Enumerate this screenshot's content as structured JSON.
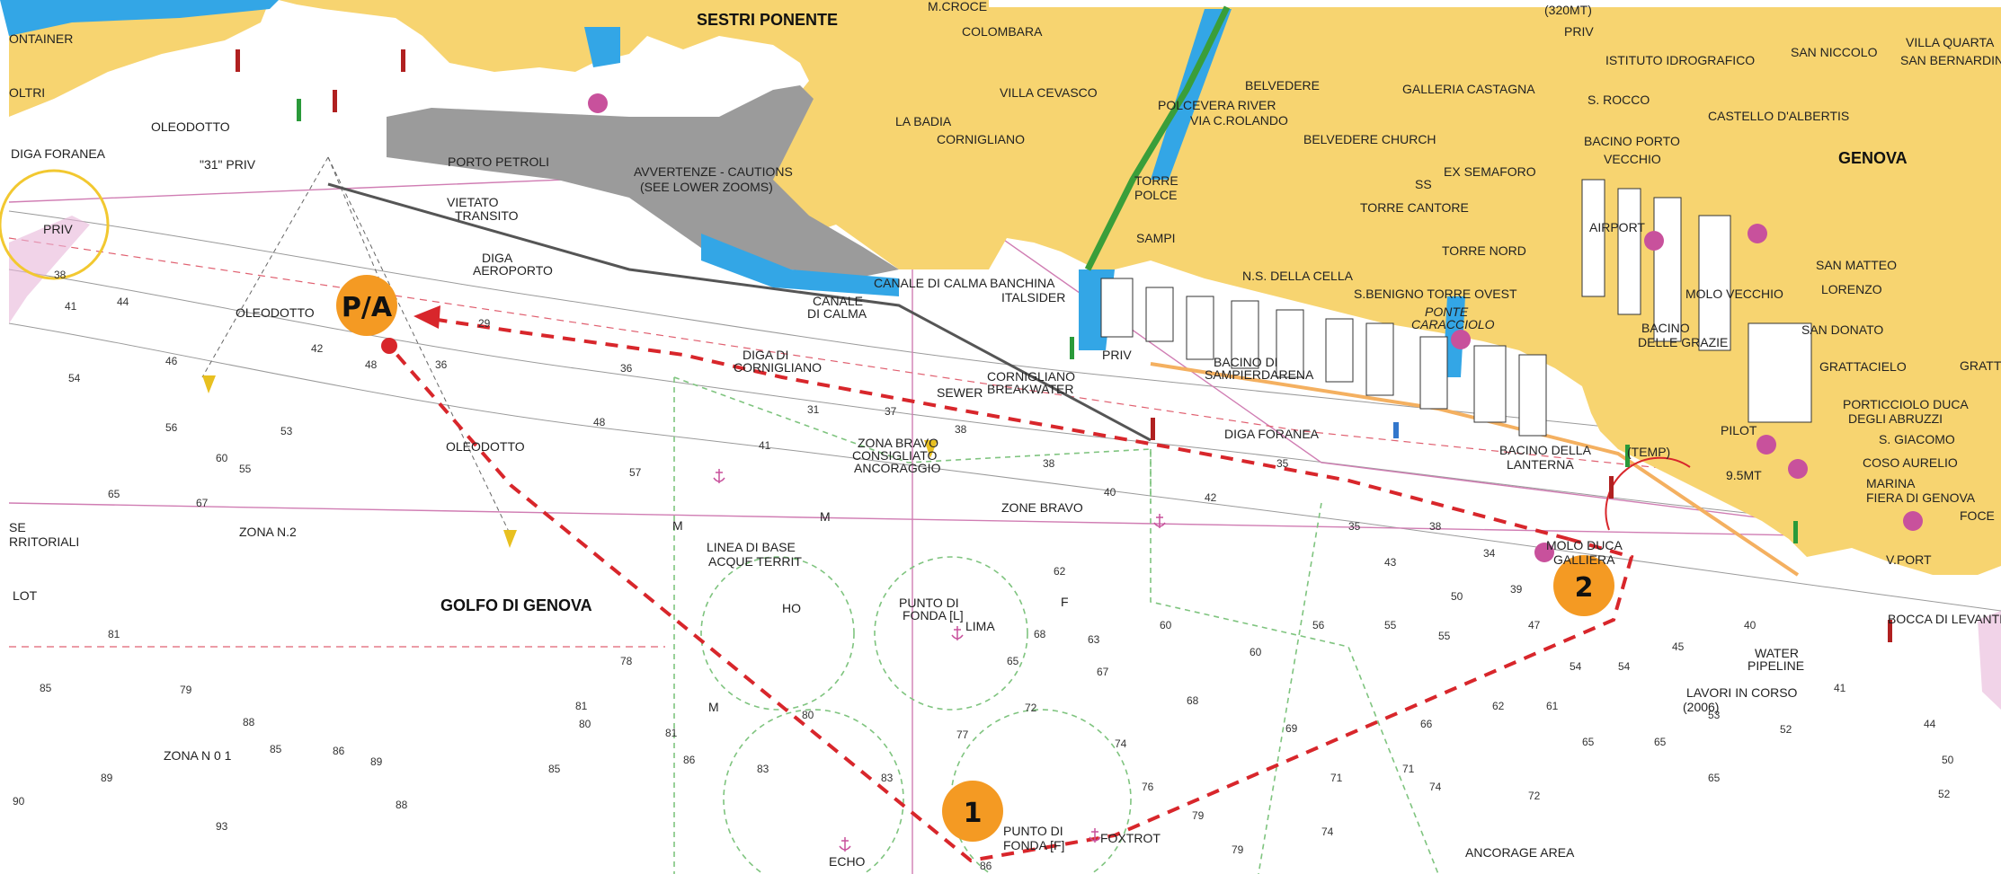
{
  "colors": {
    "land": "#f7d470",
    "water": "#ffffff",
    "harbor": "#9b9b9b",
    "shallow": "#33a6e6",
    "route": "#d8262b",
    "waypoint": "#f49a23",
    "magenta": "#c8519c",
    "anchorage": "#7fc47f"
  },
  "labels": {
    "sestri_ponente": "SESTRI PONENTE",
    "genova": "GENOVA",
    "golfo": "GOLFO DI GENOVA",
    "porto_petroli": "PORTO PETROLI",
    "avvertenze": "AVVERTENZE - CAUTIONS",
    "avvertenze2": "(SEE LOWER ZOOMS)",
    "colombara": "COLOMBARA",
    "villa_cevasco": "VILLA CEVASCO",
    "la_badia": "LA BADIA",
    "cornigliano": "CORNIGLIANO",
    "polcevera1": "POLCEVERA RIVER",
    "polcevera2": "VIA C.ROLANDO",
    "belvedere": "BELVEDERE",
    "belvedere_church": "BELVEDERE CHURCH",
    "galleria": "GALLERIA CASTAGNA",
    "istituto": "ISTITUTO IDROGRAFICO",
    "san_niccolo": "SAN NICCOLO",
    "villa_quarta": "VILLA QUARTA",
    "san_bernardino": "SAN BERNARDINO",
    "s_rocco": "S. ROCCO",
    "castello": "CASTELLO D'ALBERTIS",
    "bacino_porto": "BACINO PORTO",
    "vecchio": "VECCHIO",
    "ex_semaforo": "EX SEMAFORO",
    "torre_polce": "TORRE",
    "torre_polce2": "POLCE",
    "sampi": "SAMPI",
    "torre_cantore": "TORRE CANTORE",
    "torre_nord": "TORRE NORD",
    "ns_cella": "N.S. DELLA CELLA",
    "s_benigno": "S.BENIGNO TORRE OVEST",
    "ponte": "PONTE",
    "caracciolo": "CARACCIOLO",
    "airport": "AIRPORT",
    "molo_vecchio": "MOLO VECCHIO",
    "lorenzo": "LORENZO",
    "san_matteo": "SAN MATTEO",
    "san_donato": "SAN DONATO",
    "grattacielo": "GRATTACIELO",
    "porticciolo1": "PORTICCIOLO DUCA",
    "porticciolo2": "DEGLI ABRUZZI",
    "s_giacomo": "S. GIACOMO",
    "coso_aurelio": "COSO AURELIO",
    "marina1": "MARINA",
    "marina2": "FIERA DI GENOVA",
    "bacino_grazie1": "BACINO",
    "bacino_grazie2": "DELLE GRAZIE",
    "pilot": "PILOT",
    "pos_95mt": "9.5MT",
    "priv_top": "PRIV",
    "mt320": "(320MT)",
    "diga_foranea_w": "DIGA FORANEA",
    "oleodotto1": "OLEODOTTO",
    "oleodotto2": "OLEODOTTO",
    "oleodotto3": "OLEODOTTO",
    "priv31": "\"31\" PRIV",
    "priv_w": "PRIV",
    "ontainer": "ONTAINER",
    "oltri": "OLTRI",
    "vietato1": "VIETATO",
    "vietato2": "TRANSITO",
    "diga_aeroporto1": "DIGA",
    "diga_aeroporto2": "AEROPORTO",
    "canale_calma1": "CANALE",
    "canale_calma2": "DI CALMA",
    "canale_banchina": "CANALE DI CALMA BANCHINA",
    "italsider": "ITALSIDER",
    "diga_cornigliano1": "DIGA DI",
    "diga_cornigliano2": "CORNIGLIANO",
    "sewer": "SEWER",
    "cornigliano_bw1": "CORNIGLIANO",
    "cornigliano_bw2": "BREAKWATER",
    "priv_c": "PRIV",
    "bacino_sampier1": "BACINO DI",
    "bacino_sampier2": "SAMPIERDARENA",
    "diga_foranea_e": "DIGA FORANEA",
    "bacino_lanterna1": "BACINO DELLA",
    "bacino_lanterna2": "LANTERNA",
    "temp": "(TEMP)",
    "zona_bravo1": "ZONA BRAVO",
    "zona_bravo2": "CONSIGLIATO",
    "zona_bravo3": "ANCORAGGIO",
    "zone_bravo": "ZONE BRAVO",
    "zona_n2": "ZONA N.2",
    "zona_n01": "ZONA N 0 1",
    "linea_base1": "LINEA DI BASE",
    "linea_base2": "ACQUE TERRIT",
    "se_territoriali1": "SE",
    "se_territoriali2": "RRITORIALI",
    "lot": "LOT",
    "ho": "HO",
    "punto_lima1": "PUNTO DI",
    "punto_lima2": "FONDA [L]",
    "lima": "LIMA",
    "f_mark": "F",
    "m1": "M",
    "m2": "M",
    "m3": "M",
    "molo_duca1": "MOLO DUCA",
    "molo_duca2": "GALLIERA",
    "water_pipeline1": "WATER",
    "water_pipeline2": "PIPELINE",
    "lavori1": "LAVORI IN CORSO",
    "lavori2": "(2006)",
    "bocca": "BOCCA DI LEVANTE",
    "vport": "V.PORT",
    "foce": "FOCE",
    "gratt": "GRATT",
    "punto_fonda1": "PUNTO DI",
    "punto_fonda2": "FONDA [F]",
    "foxtrot": "FOXTROT",
    "echo": "ECHO",
    "ancorage": "ANCORAGE AREA",
    "mcroce": "M.CROCE",
    "s55": "SS"
  },
  "waypoints": {
    "pa": "P/A",
    "wp1": "1",
    "wp2": "2"
  },
  "icons": [
    "anchor-icon",
    "lighthouse-icon",
    "buoy-icon",
    "church-icon",
    "wreck-icon"
  ]
}
